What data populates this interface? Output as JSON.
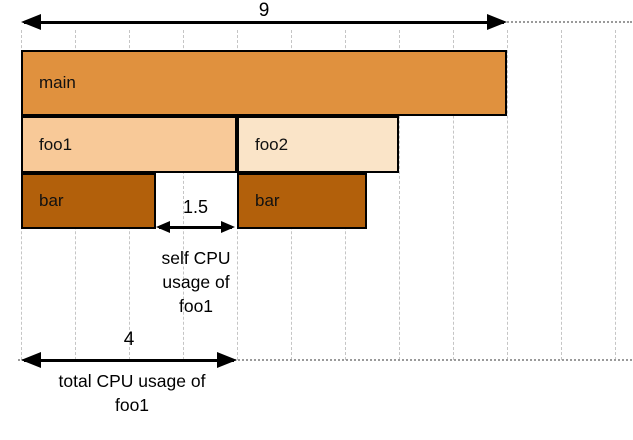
{
  "measurements": {
    "total_width": "9",
    "self_cpu_foo1": "1.5",
    "total_cpu_foo1": "4"
  },
  "captions": {
    "self": [
      "self CPU",
      "usage of",
      "foo1"
    ],
    "total": [
      "total CPU usage of",
      "foo1"
    ]
  },
  "frames": [
    {
      "label": "main",
      "depth": 0,
      "start": 0,
      "units": 9,
      "color": "#e0913e"
    },
    {
      "label": "foo1",
      "depth": 1,
      "start": 0,
      "units": 4,
      "color": "#f8c998"
    },
    {
      "label": "foo2",
      "depth": 1,
      "start": 4,
      "units": 3,
      "color": "#fae4c8"
    },
    {
      "label": "bar",
      "depth": 2,
      "start": 0,
      "units": 2.5,
      "color": "#b2600b"
    },
    {
      "label": "bar",
      "depth": 2,
      "start": 4,
      "units": 2.4,
      "color": "#b2600b"
    }
  ],
  "colors": {
    "frame_border": "#000000",
    "grid": "#c5c5c5",
    "dots": "#9a9a9a",
    "background": "#ffffff",
    "text": "#000000"
  }
}
